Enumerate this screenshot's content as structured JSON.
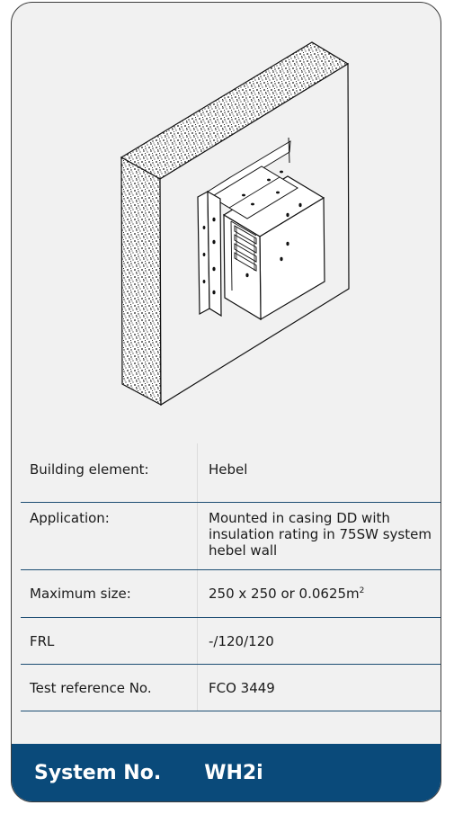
{
  "illustration": {
    "icon": "hebel-wall-damper-illustration"
  },
  "specs": [
    {
      "label": "Building element:",
      "value": "Hebel"
    },
    {
      "label": "Application:",
      "value": "Mounted in casing DD with insulation rating in 75SW system hebel wall"
    },
    {
      "label": "Maximum size:",
      "value": "250 x 250 or 0.0625m",
      "value_sup": "2"
    },
    {
      "label": "FRL",
      "value": "-/120/120"
    },
    {
      "label": "Test reference No.",
      "value": "FCO 3449"
    }
  ],
  "footer": {
    "system_label": "System No.",
    "system_code": "WH2i"
  },
  "colors": {
    "card_background": "#f1f1f1",
    "footer_background": "#0a4a7a",
    "row_divider": "#1c4d73"
  }
}
